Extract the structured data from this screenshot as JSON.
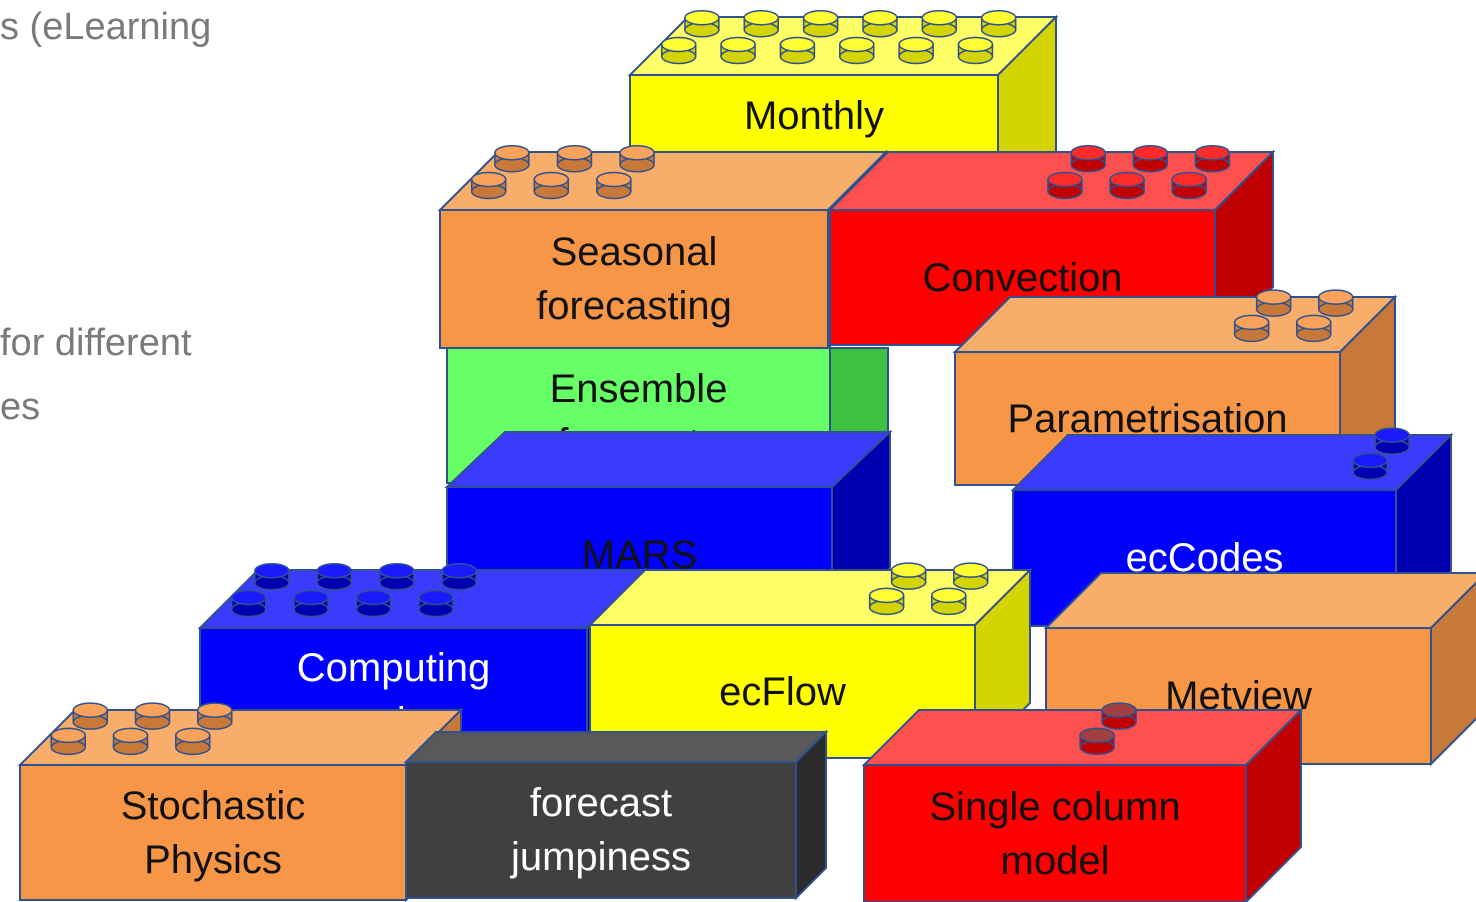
{
  "side_text": [
    "s (eLearning",
    "for different",
    "es"
  ],
  "bricks": [
    {
      "key": "monthly",
      "label": "Monthly\nforecast",
      "front": "#ffff00",
      "top": "#ffff66",
      "side": "#d4d400",
      "stud": "#ffff33",
      "text_color": "#111111"
    },
    {
      "key": "seasonal",
      "label": "Seasonal\nforecasting",
      "front": "#f79646",
      "top": "#f9ad6b",
      "side": "#c8793a",
      "stud": "#f8a25b",
      "text_color": "#111111"
    },
    {
      "key": "convection",
      "label": "Convection",
      "front": "#ff0000",
      "top": "#ff5050",
      "side": "#c00000",
      "stud": "#ff2b2b",
      "text_color": "#111111"
    },
    {
      "key": "ensemble",
      "label": "Ensemble\nforecasts",
      "front": "#66ff66",
      "top": "#8cff8c",
      "side": "#40c040",
      "stud": "#70ff70",
      "text_color": "#111111"
    },
    {
      "key": "parametrisation",
      "label": "Parametrisation",
      "front": "#f79646",
      "top": "#f9ad6b",
      "side": "#c8793a",
      "stud": "#f8a25b",
      "text_color": "#111111"
    },
    {
      "key": "mars",
      "label": "MARS",
      "front": "#0000ff",
      "top": "#3b3bff",
      "side": "#0000b0",
      "stud": "#1a1aff",
      "text_color": "#111111"
    },
    {
      "key": "eccodes",
      "label": "ecCodes",
      "front": "#0000ff",
      "top": "#3b3bff",
      "side": "#0000b0",
      "stud": "#1a1aff",
      "text_color": "#ffffff"
    },
    {
      "key": "computing",
      "label": "Computing\ntopics",
      "front": "#0000ff",
      "top": "#3b3bff",
      "side": "#0000b0",
      "stud": "#1a1aff",
      "text_color": "#ffffff"
    },
    {
      "key": "ecflow",
      "label": "ecFlow",
      "front": "#ffff00",
      "top": "#ffff66",
      "side": "#d4d400",
      "stud": "#ffff33",
      "text_color": "#111111"
    },
    {
      "key": "metview",
      "label": "Metview",
      "front": "#f79646",
      "top": "#f9ad6b",
      "side": "#c8793a",
      "stud": "#f8a25b",
      "text_color": "#111111"
    },
    {
      "key": "stochastic",
      "label": "Stochastic\nPhysics",
      "front": "#f79646",
      "top": "#f9ad6b",
      "side": "#c8793a",
      "stud": "#f8a25b",
      "text_color": "#111111"
    },
    {
      "key": "jumpiness",
      "label": "forecast\njumpiness",
      "front": "#404040",
      "top": "#595959",
      "side": "#2b2b2b",
      "stud": "#555555",
      "text_color": "#ffffff"
    },
    {
      "key": "singlecolumn",
      "label": "Single column\nmodel",
      "front": "#ff0000",
      "top": "#ff5050",
      "side": "#c00000",
      "stud": "#a04040",
      "text_color": "#111111"
    }
  ]
}
